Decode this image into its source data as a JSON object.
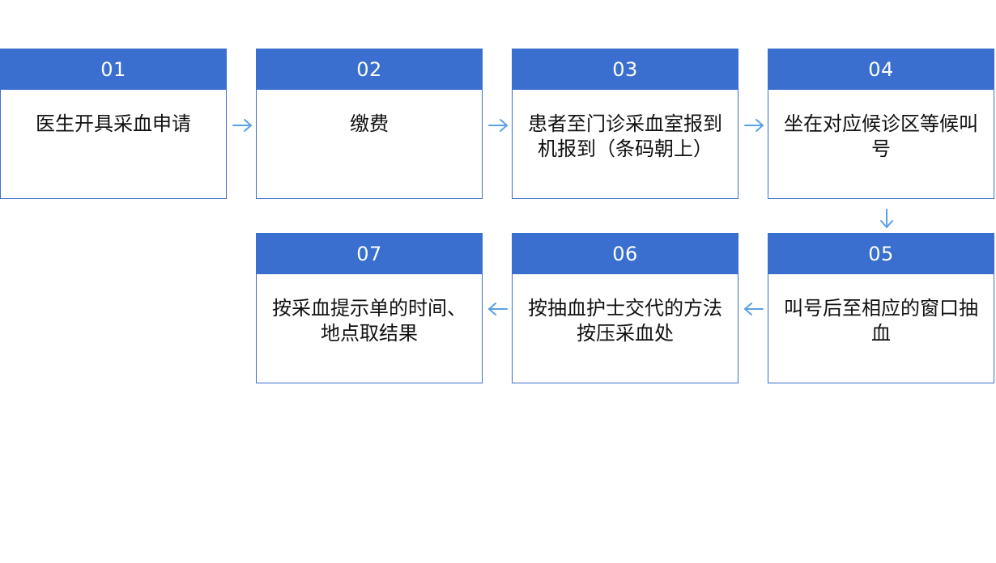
{
  "steps": [
    {
      "num": "01",
      "text": "医生开具采血申请"
    },
    {
      "num": "02",
      "text": "缴费"
    },
    {
      "num": "03",
      "text": "患者至门诊采血室报到机报到（条码朝上）"
    },
    {
      "num": "04",
      "text": "坐在对应候诊区等候叫号"
    },
    {
      "num": "05",
      "text": "叫号后至相应的窗口抽血"
    },
    {
      "num": "06",
      "text": "按抽血护士交代的方法按压采血处"
    },
    {
      "num": "07",
      "text": "按采血提示单的时间、地点取结果"
    }
  ],
  "colors": {
    "accent": "#3a6fcf",
    "arrow": "#5aa0e6"
  }
}
